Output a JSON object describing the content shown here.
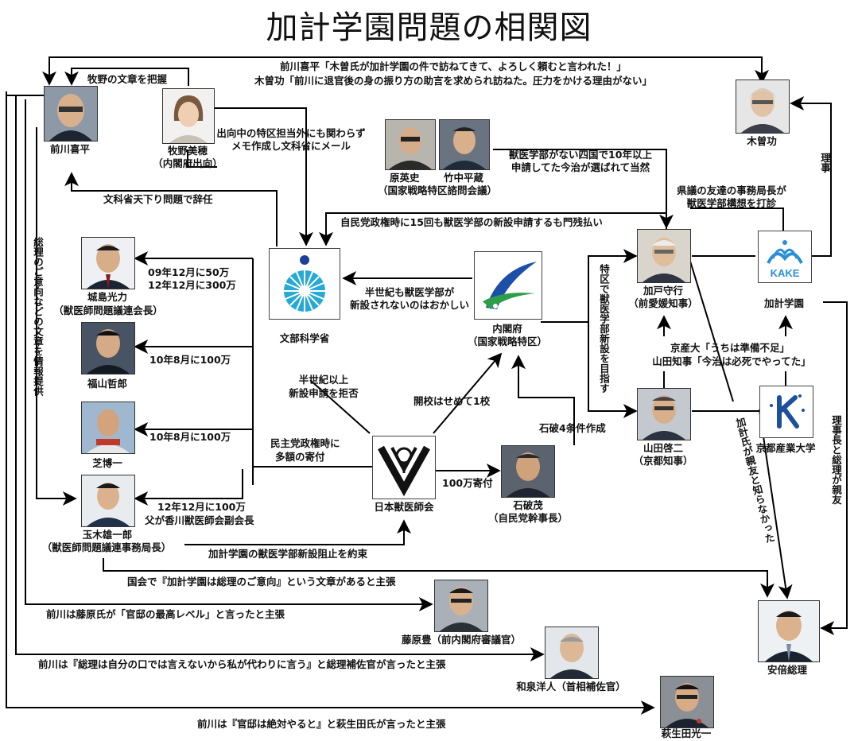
{
  "title": "加計学園問題の相関図",
  "people": {
    "maekawa": "前川喜平",
    "makino": "牧野美穂",
    "makino_sub": "（内閣府出向）",
    "hara": "原英史",
    "takenaka": "竹中平蔵",
    "council": "（国家戦略特区諮問会議）",
    "kiso": "木曽功",
    "kake_moriyuki": "加戸守行",
    "kake_moriyuki_sub": "（前愛媛知事）",
    "jojima": "城島光力",
    "jojima_sub": "（獣医師問題議連会長）",
    "fukuyama": "福山哲郎",
    "shiba": "芝博一",
    "tamaki": "玉木雄一郎",
    "tamaki_sub": "（獣医師問題議連事務局長）",
    "ishiba": "石破茂",
    "ishiba_sub": "（自民党幹事長）",
    "yamada": "山田啓二",
    "yamada_sub": "（京都知事）",
    "fujiwara": "藤原豊（前内閣府審議官）",
    "izumi": "和泉洋人（首相補佐官）",
    "abe": "安倍総理",
    "hagiuda": "萩生田光一"
  },
  "orgs": {
    "monka": "文部科学省",
    "naikaku": "内閣府",
    "naikaku_sub": "（国家戦略特区）",
    "kake_gakuen": "加計学園",
    "kake_logo_text": "KAKE",
    "kyoto_sangyo": "京都産業大学",
    "vet_assoc": "日本獣医師会"
  },
  "relations": {
    "top_line1": "前川喜平「木曽氏が加計学園の件で訪ねてきて、よろしく頼むと言われた！」",
    "top_line2": "木曽功「前川に退官後の身の振り方の助言を求められ訪ねた。圧力をかける理由がない」",
    "makino_grasp": "牧野の文章を把握",
    "makino_memo1": "出向中の特区担当外にも関わらず",
    "makino_memo2": "メモ作成し文科省にメール",
    "resign": "文科省天下り問題で辞任",
    "shikoku1": "獣医学部がない四国で10年以上",
    "shikoku2": "申請してた今治が選ばれて当然",
    "ldp_reject": "自民党政権時に15回も獣医学部の新設申請するも門残払い",
    "prefect1": "県議の友達の事務局長が",
    "prefect2": "獣医学部構想を打診",
    "riji": "理事",
    "jojima_money1": "09年12月に50万",
    "jojima_money2": "12年12月に300万",
    "half_century1": "半世紀も獣医学部が",
    "half_century2": "新設されないのはおかしい",
    "fukuyama_money": "10年8月に100万",
    "shiba_money": "10年8月に100万",
    "reject1": "半世紀以上",
    "reject2": "新設申請を拒否",
    "one_school": "開校はせめて1校",
    "ishiba_cond": "石破4条件作成",
    "minshu1": "民主党政権時に",
    "minshu2": "多額の寄付",
    "donation": "100万寄付",
    "tamaki_money1": "12年12月に100万",
    "tamaki_money2": "父が香川獣医師会副会長",
    "block_promise": "加計学園の獣医学部新設阻止を約束",
    "diet_claim": "国会で『加計学園は総理のご意向』という文章があると主張",
    "fujiwara_claim": "前川は藤原氏が「官邸の最高レベル」と言ったと主張",
    "izumi_claim": "前川は『総理は自分の口では言えないから私が代わりに言う』と総理補佐官が言ったと主張",
    "hagiuda_claim": "前川は『官邸は絶対やると』と萩生田氏が言ったと主張",
    "kyoto_dai1": "京産大「うちは準備不足」",
    "kyoto_dai2": "山田知事「今治は必死でやってた」",
    "tokku_vertical": "特区で獣医学部新設を目指す",
    "ishiki_vertical": "総理のご意向などの文章を情報提供",
    "not_know_vertical": "加計氏が親友と知らなかった",
    "chairman_vertical": "理事長と総理が親友"
  }
}
